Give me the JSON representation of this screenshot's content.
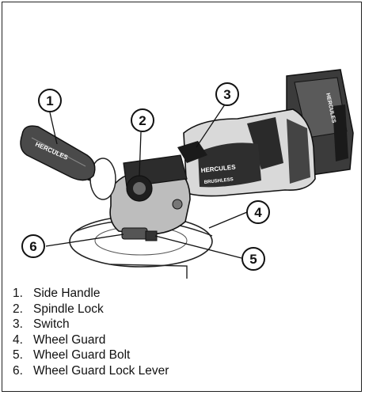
{
  "brand_marks": {
    "handle_text": "HERCULES",
    "body_text": "HERCULES",
    "body_sub": "BRUSHLESS",
    "battery_text": "HERCULES"
  },
  "callouts": [
    {
      "number": "1"
    },
    {
      "number": "2"
    },
    {
      "number": "3"
    },
    {
      "number": "4"
    },
    {
      "number": "5"
    },
    {
      "number": "6"
    }
  ],
  "parts": [
    {
      "number": "1.",
      "label": "Side Handle"
    },
    {
      "number": "2.",
      "label": "Spindle Lock"
    },
    {
      "number": "3.",
      "label": "Switch"
    },
    {
      "number": "4.",
      "label": "Wheel Guard"
    },
    {
      "number": "5.",
      "label": "Wheel Guard Bolt"
    },
    {
      "number": "6.",
      "label": "Wheel Guard Lock Lever"
    }
  ]
}
